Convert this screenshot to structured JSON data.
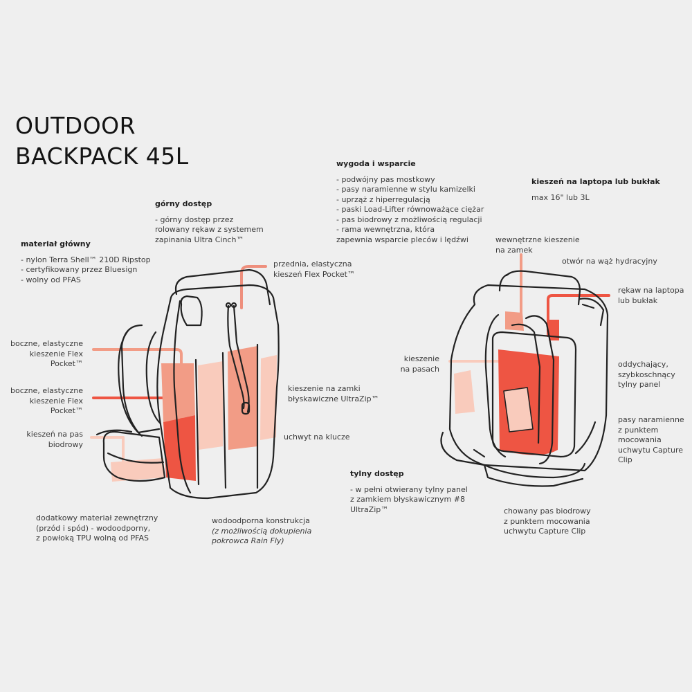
{
  "title": {
    "line1": "OUTDOOR",
    "line2": "BACKPACK 45L"
  },
  "colors": {
    "accent_dark": "#ee5543",
    "accent_mid": "#f29c86",
    "accent_light": "#f9cbbc",
    "outline": "#222222",
    "background": "#efefef"
  },
  "labels": {
    "material": {
      "heading": "materiał główny",
      "lines": [
        "- nylon Terra Shell™ 210D Ripstop",
        "- certyfikowany przez Bluesign",
        "- wolny od PFAS"
      ]
    },
    "top_access": {
      "heading": "górny dostęp",
      "lines": [
        "- górny dostęp przez",
        "rolowany rękaw z systemem",
        "zapinania Ultra Cinch™"
      ]
    },
    "comfort": {
      "heading": "wygoda i wsparcie",
      "lines": [
        "- podwójny pas mostkowy",
        "- pasy naramienne w stylu kamizelki",
        "- uprząż z hiperregulacją",
        "- paski Load-Lifter równoważące ciężar",
        "- pas biodrowy z możliwością regulacji",
        "- rama wewnętrzna, która",
        "zapewnia wsparcie pleców i lędźwi"
      ]
    },
    "laptop_pocket": {
      "heading": "kieszeń na laptopa lub bukłak",
      "lines": [
        "max 16\" lub 3L"
      ]
    },
    "front_pocket": {
      "lines": [
        "przednia, elastyczna",
        "kieszeń Flex Pocket™"
      ]
    },
    "side_pocket_1": {
      "lines": [
        "boczne, elastyczne",
        "kieszenie Flex",
        "Pocket™"
      ]
    },
    "side_pocket_2": {
      "lines": [
        "boczne, elastyczne",
        "kieszenie Flex",
        "Pocket™"
      ]
    },
    "hip_pocket": {
      "lines": [
        "kieszeń na pas",
        "biodrowy"
      ]
    },
    "zip_pockets": {
      "lines": [
        "kieszenie na zamki",
        "błyskawiczne UltraZip™"
      ]
    },
    "key_holder": {
      "lines": [
        "uchwyt na klucze"
      ]
    },
    "extra_material": {
      "lines": [
        "dodatkowy materiał zewnętrzny",
        "(przód i spód) - wodoodporny,",
        "z powłoką TPU wolną od PFAS"
      ]
    },
    "waterproof": {
      "line1": "wodoodporna konstrukcja",
      "lines_italic": [
        "(z możliwością dokupienia",
        "pokrowca Rain Fly)"
      ]
    },
    "back_access": {
      "heading": "tylny dostęp",
      "lines": [
        "- w pełni otwierany tylny panel",
        "z zamkiem błyskawicznym #8",
        "UltraZip™"
      ]
    },
    "inner_zip_pocket": {
      "lines": [
        "wewnętrzne kieszenie",
        "na zamek"
      ]
    },
    "hydration_port": {
      "lines": [
        "otwór na wąż hydracyjny"
      ]
    },
    "laptop_sleeve": {
      "lines": [
        "rękaw na laptopa",
        "lub bukłak"
      ]
    },
    "strap_pockets": {
      "lines": [
        "kieszenie",
        "na pasach"
      ]
    },
    "back_panel": {
      "lines": [
        "oddychający,",
        "szybkoschnący",
        "tylny panel"
      ]
    },
    "shoulder_straps": {
      "lines": [
        "pasy naramienne",
        "z punktem",
        "mocowania",
        "uchwytu Capture",
        "Clip"
      ]
    },
    "hidden_belt": {
      "lines": [
        "chowany pas biodrowy",
        "z punktem mocowania",
        "uchwytu Capture Clip"
      ]
    }
  }
}
